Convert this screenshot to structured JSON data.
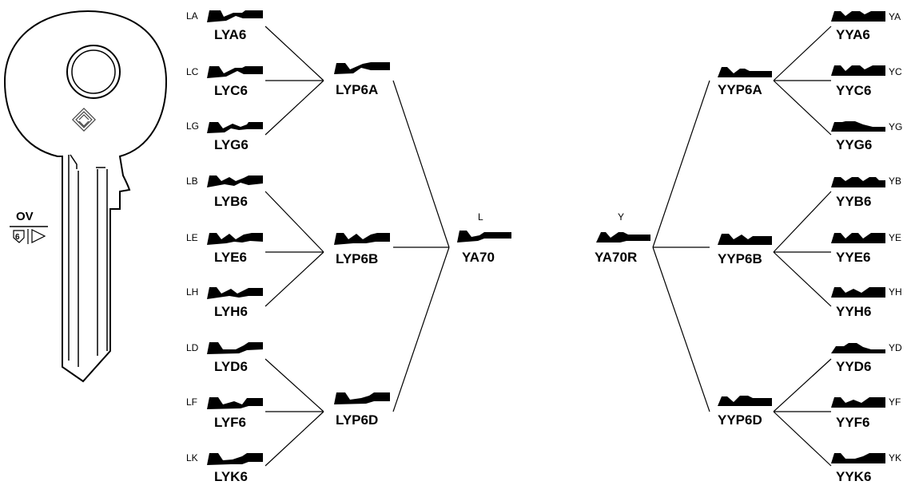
{
  "key": {
    "label": "OV",
    "badge": "6"
  },
  "left_group": {
    "root": {
      "code": "YA70",
      "letter": "L"
    },
    "branches": [
      {
        "code": "LYP6A",
        "leaves": [
          {
            "letter": "LA",
            "code": "LYA6"
          },
          {
            "letter": "LC",
            "code": "LYC6"
          },
          {
            "letter": "LG",
            "code": "LYG6"
          }
        ]
      },
      {
        "code": "LYP6B",
        "leaves": [
          {
            "letter": "LB",
            "code": "LYB6"
          },
          {
            "letter": "LE",
            "code": "LYE6"
          },
          {
            "letter": "LH",
            "code": "LYH6"
          }
        ]
      },
      {
        "code": "LYP6D",
        "leaves": [
          {
            "letter": "LD",
            "code": "LYD6"
          },
          {
            "letter": "LF",
            "code": "LYF6"
          },
          {
            "letter": "LK",
            "code": "LYK6"
          }
        ]
      }
    ]
  },
  "right_group": {
    "root": {
      "code": "YA70R",
      "letter": "Y"
    },
    "branches": [
      {
        "code": "YYP6A",
        "leaves": [
          {
            "letter": "YA",
            "code": "YYA6"
          },
          {
            "letter": "YC",
            "code": "YYC6"
          },
          {
            "letter": "YG",
            "code": "YYG6"
          }
        ]
      },
      {
        "code": "YYP6B",
        "leaves": [
          {
            "letter": "YB",
            "code": "YYB6"
          },
          {
            "letter": "YE",
            "code": "YYE6"
          },
          {
            "letter": "YH",
            "code": "YYH6"
          }
        ]
      },
      {
        "code": "YYP6D",
        "leaves": [
          {
            "letter": "YD",
            "code": "YYD6"
          },
          {
            "letter": "YF",
            "code": "YYF6"
          },
          {
            "letter": "YK",
            "code": "YYK6"
          }
        ]
      }
    ]
  }
}
